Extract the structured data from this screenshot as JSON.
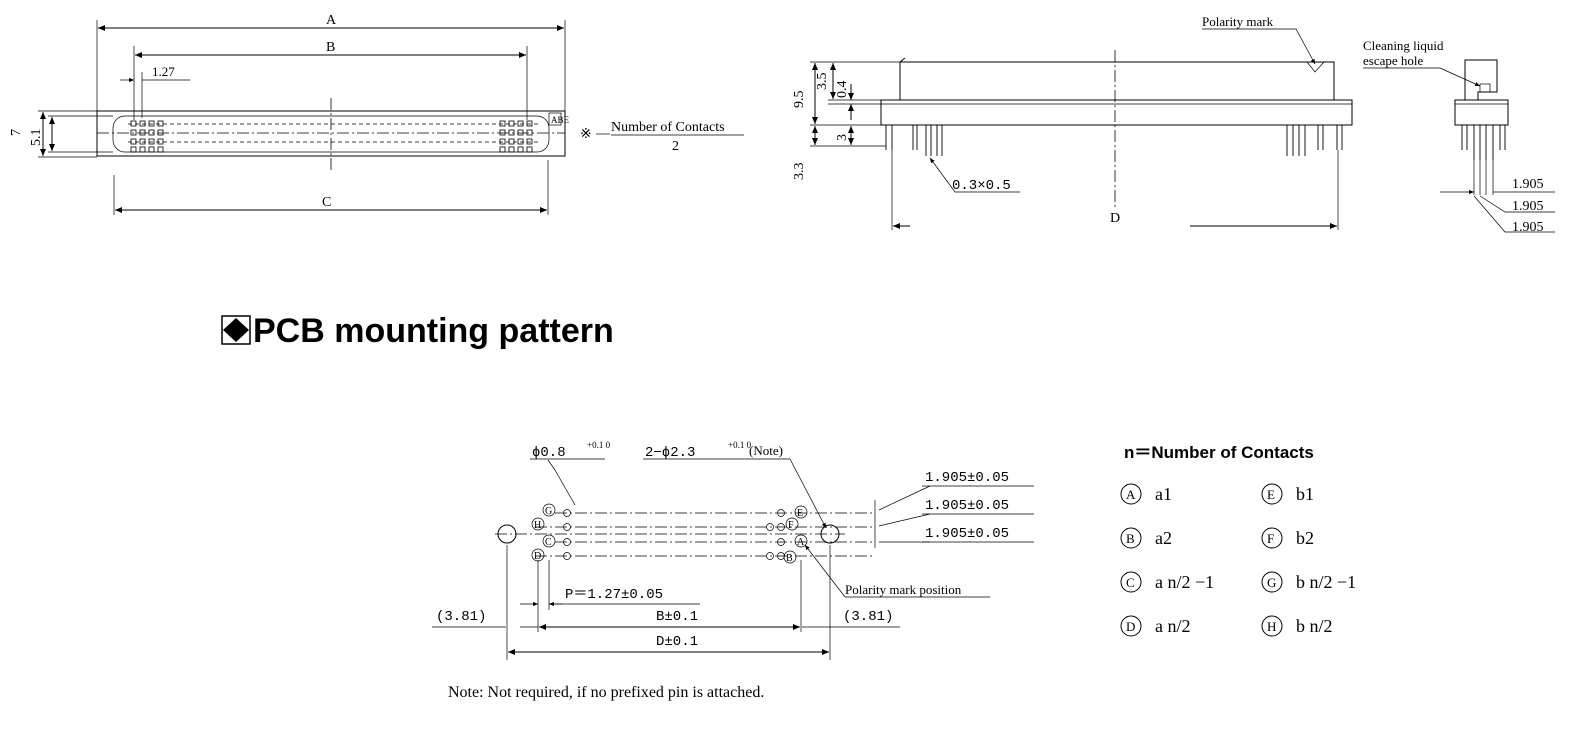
{
  "front_view": {
    "dim_a": "A",
    "dim_b": "B",
    "dim_c": "C",
    "pitch": "1.27",
    "height_7": "7",
    "height_51": "5.1",
    "contacts_star": "※",
    "contacts_label": "Number of Contacts",
    "contacts_div": "2"
  },
  "side_view": {
    "polarity_mark": "Polarity mark",
    "dim_95": "9.5",
    "dim_35": "3.5",
    "dim_04": "0.4",
    "dim_3": "3",
    "dim_33": "3.3",
    "pin_size": "0.3×0.5",
    "dim_d": "D"
  },
  "end_view": {
    "cleaning_line1": "Cleaning liquid",
    "cleaning_line2": "escape hole",
    "pitch1": "1.905",
    "pitch2": "1.905",
    "pitch3": "1.905"
  },
  "section_title": "PCB mounting pattern",
  "pcb": {
    "hole_small": "ϕ0.8",
    "hole_small_tol": "+0.1 0",
    "hole_big": "2−ϕ2.3",
    "hole_big_tol": "+0.1 0",
    "hole_big_note": "(Note)",
    "row1": "1.905±0.05",
    "row2": "1.905±0.05",
    "row3": "1.905±0.05",
    "pitch": "P＝1.27±0.05",
    "b_dim": "B±0.1",
    "d_dim": "D±0.1",
    "left_offset": "(3.81)",
    "right_offset": "(3.81)",
    "polarity_pos": "Polarity mark position",
    "note": "Note: Not required, if no prefixed pin is attached."
  },
  "legend": {
    "title": "n＝Number of Contacts",
    "items": [
      {
        "sym": "A",
        "val": "a1"
      },
      {
        "sym": "B",
        "val": "a2"
      },
      {
        "sym": "C",
        "val": "a n/2 −1"
      },
      {
        "sym": "D",
        "val": "a n/2"
      },
      {
        "sym": "E",
        "val": "b1"
      },
      {
        "sym": "F",
        "val": "b2"
      },
      {
        "sym": "G",
        "val": "b n/2 −1"
      },
      {
        "sym": "H",
        "val": "b n/2"
      }
    ]
  }
}
